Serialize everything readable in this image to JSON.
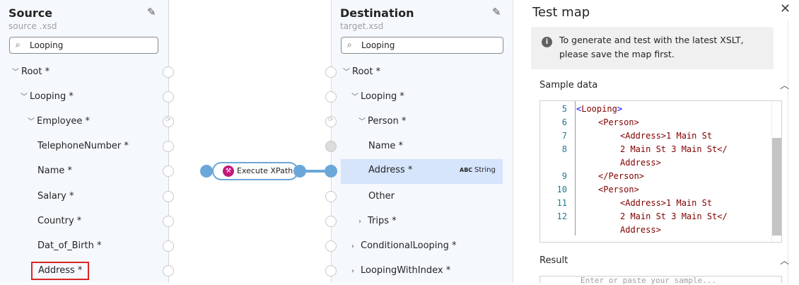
{
  "source": {
    "title": "Source",
    "subtitle": "source .xsd",
    "search": "Looping",
    "items": [
      {
        "label": "Root *",
        "chev": true
      },
      {
        "label": "Looping *",
        "chev": true
      },
      {
        "label": "Employee *",
        "chev": true
      },
      {
        "label": "TelephoneNumber *"
      },
      {
        "label": "Name *"
      },
      {
        "label": "Salary *"
      },
      {
        "label": "Country *"
      },
      {
        "label": "Dat_of_Birth *"
      },
      {
        "label": "Address *",
        "selected": true
      }
    ]
  },
  "function_node": {
    "label": "Execute XPath",
    "icon": "wrench-icon",
    "color": "#c3177b"
  },
  "destination": {
    "title": "Destination",
    "subtitle": "target.xsd",
    "search": "Looping",
    "items": [
      {
        "label": "Root *",
        "chev": "down"
      },
      {
        "label": "Looping *",
        "chev": "down"
      },
      {
        "label": "Person *",
        "chev": "down"
      },
      {
        "label": "Name *"
      },
      {
        "label": "Address *",
        "type": "String",
        "type_icon": "ABC",
        "highlighted": true
      },
      {
        "label": "Other"
      },
      {
        "label": "Trips *",
        "chev": "right"
      },
      {
        "label": "ConditionalLooping *",
        "chev": "right"
      },
      {
        "label": "LoopingWithIndex *",
        "chev": "right"
      }
    ]
  },
  "test_map": {
    "title": "Test map",
    "info": "To generate and test with the latest XSLT, please save the map first.",
    "info_line1": "To generate and test with the latest XSLT,",
    "info_line2": "please save the map first.",
    "sample_label": "Sample data",
    "result_label": "Result",
    "result_placeholder": "Enter or paste your sample..."
  },
  "code_lines": [
    {
      "n": "5",
      "html": "<span class='br'>&lt;</span><span class='tg'>Looping</span><span class='br'>&gt;</span>",
      "indent": 0
    },
    {
      "n": "6",
      "text": "<Person>",
      "indent": 1
    },
    {
      "n": "7",
      "text": "<Address>1 Main St",
      "indent": 2
    },
    {
      "n": "8",
      "text": "2 Main St 3 Main St</",
      "indent": 2
    },
    {
      "n": "",
      "text": "Address>",
      "indent": 2
    },
    {
      "n": "9",
      "text": "</Person>",
      "indent": 1
    },
    {
      "n": "10",
      "text": "<Person>",
      "indent": 1
    },
    {
      "n": "11",
      "text": "<Address>1 Main St",
      "indent": 2
    },
    {
      "n": "12",
      "text": "2 Main St 3 Main St</",
      "indent": 2
    },
    {
      "n": "",
      "text": "Address>",
      "indent": 2
    }
  ],
  "colors": {
    "accent": "#6ca7d9",
    "highlight": "#d6e4fc",
    "selected_border": "#d92626"
  }
}
